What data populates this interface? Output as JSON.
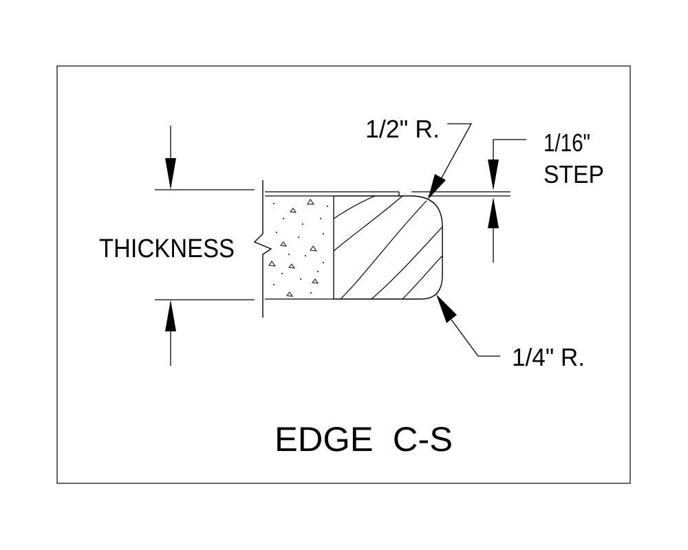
{
  "diagram": {
    "title": "EDGE  C-S",
    "labels": {
      "thickness": "THICKNESS",
      "top_radius": "1/2\" R.",
      "step_line1": "1/16\"",
      "step_line2": "STEP",
      "bottom_radius": "1/4\" R."
    }
  }
}
